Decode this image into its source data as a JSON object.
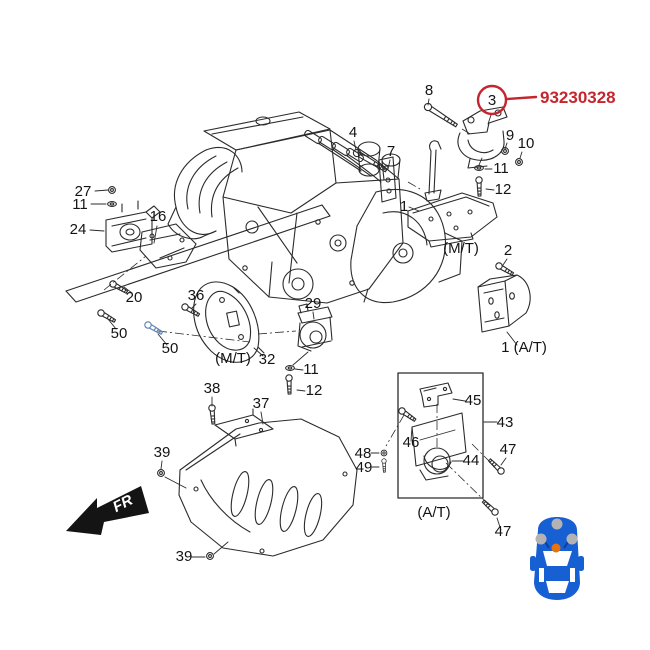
{
  "highlight": {
    "callout_number": "3",
    "part_number": "93230328",
    "color": "#c4262e"
  },
  "direction_indicator": {
    "label": "FR"
  },
  "section_labels": {
    "mt_top": "(M/T)",
    "mt_mid": "(M/T)",
    "at_box": "(A/T)",
    "at_bracket": "1 (A/T)"
  },
  "callouts": [
    {
      "text": "27"
    },
    {
      "text": "11"
    },
    {
      "text": "24"
    },
    {
      "text": "16"
    },
    {
      "text": "20"
    },
    {
      "text": "50"
    },
    {
      "text": "50"
    },
    {
      "text": "36"
    },
    {
      "text": "38"
    },
    {
      "text": "37"
    },
    {
      "text": "39"
    },
    {
      "text": "39"
    },
    {
      "text": "32"
    },
    {
      "text": "29"
    },
    {
      "text": "11"
    },
    {
      "text": "12"
    },
    {
      "text": "4"
    },
    {
      "text": "7"
    },
    {
      "text": "8"
    },
    {
      "text": "9"
    },
    {
      "text": "10"
    },
    {
      "text": "11"
    },
    {
      "text": "12"
    },
    {
      "text": "1"
    },
    {
      "text": "2"
    },
    {
      "text": "45"
    },
    {
      "text": "43"
    },
    {
      "text": "46"
    },
    {
      "text": "48"
    },
    {
      "text": "49"
    },
    {
      "text": "44"
    },
    {
      "text": "47"
    },
    {
      "text": "47"
    }
  ],
  "colors": {
    "line": "#2b2b2b",
    "highlight_red": "#c4262e",
    "car_body_blue": "#1660d4",
    "car_marker_orange": "#e8720c",
    "car_wheel_gray": "#b3b3b3",
    "highlighted_bolt_blue": "#5b7fb5"
  }
}
